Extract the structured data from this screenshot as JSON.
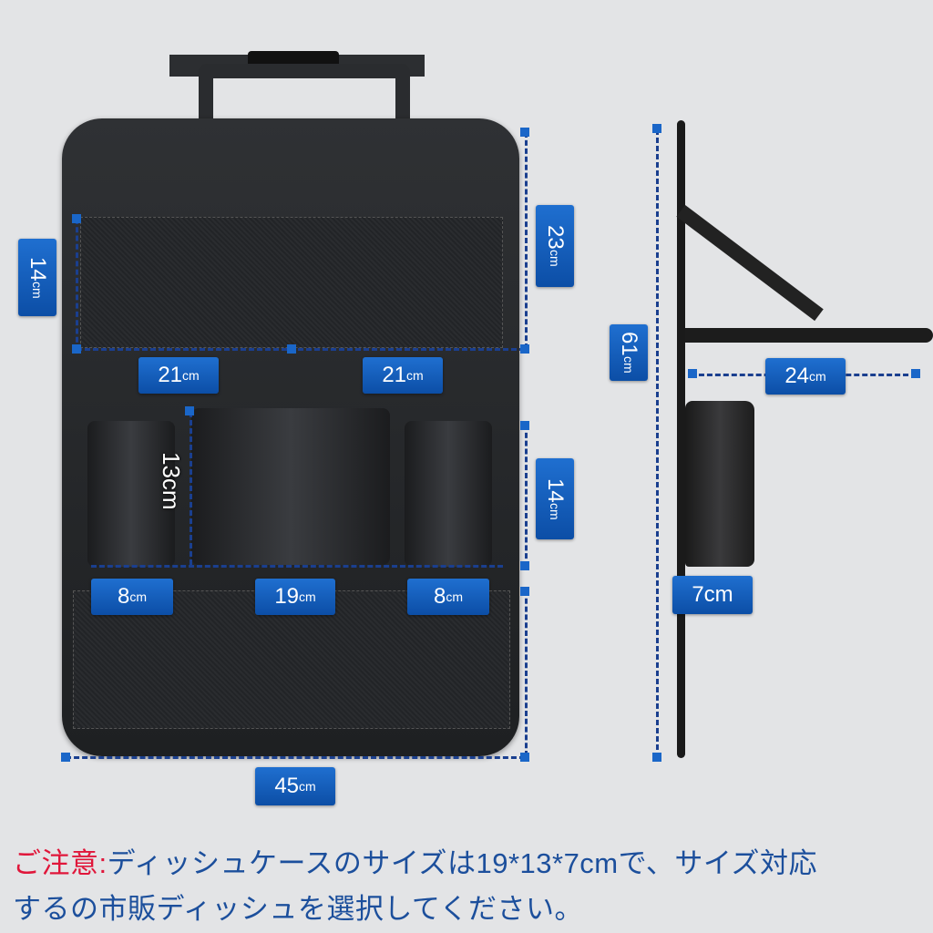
{
  "dimensions": {
    "top_mesh_height": "14",
    "upper_height": "23",
    "upper_left_width": "21",
    "upper_right_width": "21",
    "tissue_height": "13cm",
    "middle_height": "14",
    "left_cup_width": "8",
    "tissue_width": "19",
    "right_cup_width": "8",
    "total_width": "45",
    "total_height": "61",
    "tray_depth": "24",
    "tissue_depth": "7cm",
    "unit": "cm"
  },
  "note": {
    "label": "ご注意:",
    "line1": "ディッシュケースのサイズは19*13*7cmで、サイズ対応",
    "line2": "するの市販ディッシュを選択してください。"
  },
  "colors": {
    "accent": "#1565c8",
    "warning": "#e0163a",
    "text": "#1c4f9c"
  }
}
